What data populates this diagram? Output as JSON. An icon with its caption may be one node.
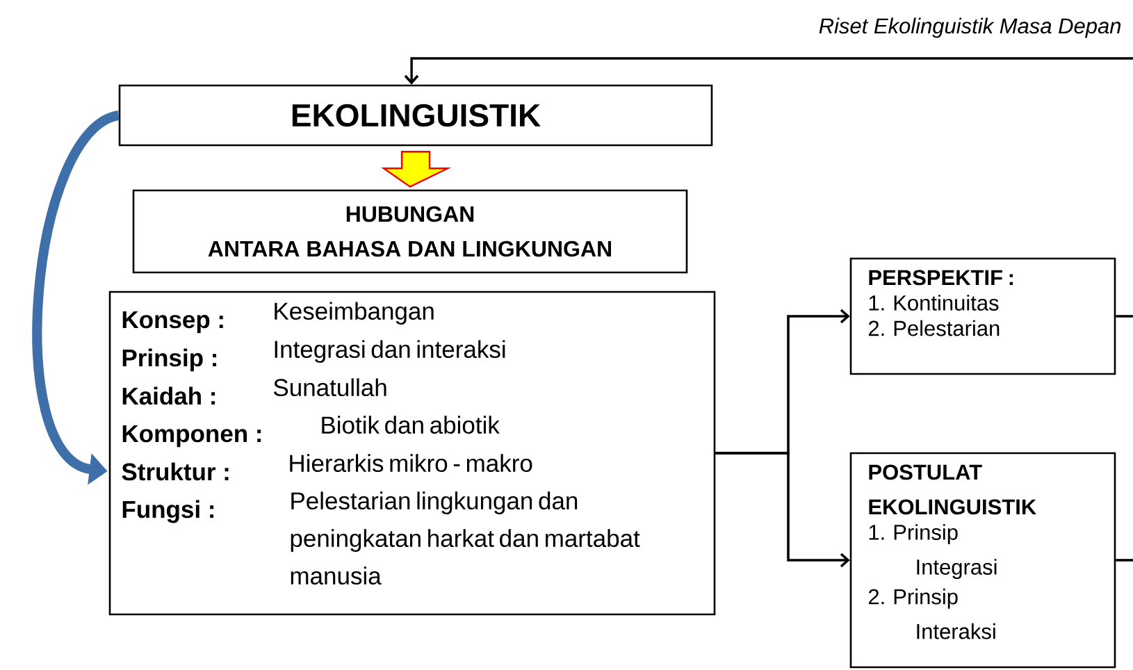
{
  "diagram": {
    "nodes": [
      {
        "text": [
          "EKOLINGUISTIK"
        ]
      },
      {
        "text": [
          "HUBUNGAN",
          "ANTARA BAHASA DAN LINGKUNGAN"
        ]
      },
      {
        "text": [
          "Konsep :",
          "Keseimbangan",
          "Prinsip :",
          "Integrasi dan interaksi",
          "Kaidah :",
          "Sunatullah",
          "Komponen :",
          "Biotik dan abiotik",
          "Struktur :",
          "Hierarkis mikro - makro",
          "Fungsi :",
          "Pelestarian lingkungan dan peningkatan harkat dan martabat manusia"
        ]
      },
      {
        "text": [
          "PERSPEKTIF :",
          "1. Kontinuitas",
          "2. Pelestarian"
        ]
      },
      {
        "text": [
          "POSTULAT EKOLINGUISTIK",
          "1. Prinsip Integrasi",
          "2. Prinsip Interaksi"
        ]
      }
    ],
    "edges": [
      {
        "from": null,
        "to": 0,
        "arrow": "to",
        "label": "Riset Ekolinguistik Masa Depan"
      },
      {
        "from": 0,
        "to": 1,
        "arrow": "to",
        "style": "thick",
        "color": "#ffff00"
      },
      {
        "from": 0,
        "to": 2,
        "arrow": "to",
        "style": "thick",
        "color": "#3f6fa8"
      },
      {
        "from": 2,
        "to": 3,
        "arrow": "to"
      },
      {
        "from": 2,
        "to": 4,
        "arrow": "to"
      },
      {
        "from": 3,
        "to": null,
        "arrow": "none"
      },
      {
        "from": 4,
        "to": null,
        "arrow": "none"
      }
    ]
  }
}
